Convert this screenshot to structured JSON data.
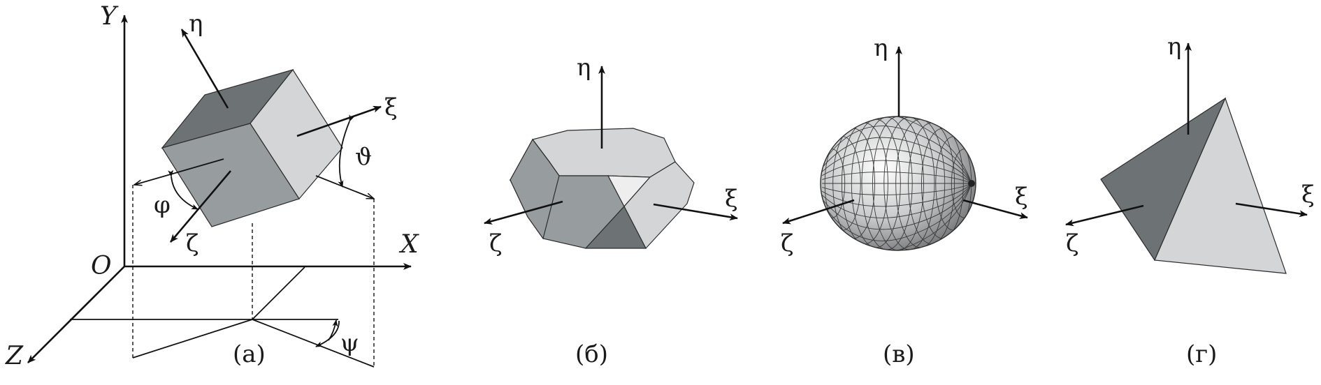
{
  "panel_a": {
    "caption": "(а)",
    "axis_x": "X",
    "axis_y": "Y",
    "axis_z": "Z",
    "origin": "O",
    "body_axis_eta": "η",
    "body_axis_xi": "ξ",
    "body_axis_zeta": "ζ",
    "angle_theta": "ϑ",
    "angle_phi": "φ",
    "angle_psi": "ψ"
  },
  "panel_b": {
    "caption": "(б)",
    "eta": "η",
    "xi": "ξ",
    "zeta": "ζ"
  },
  "panel_v": {
    "caption": "(в)",
    "eta": "η",
    "xi": "ξ",
    "zeta": "ζ"
  },
  "panel_g": {
    "caption": "(г)",
    "eta": "η",
    "xi": "ξ",
    "zeta": "ζ"
  }
}
